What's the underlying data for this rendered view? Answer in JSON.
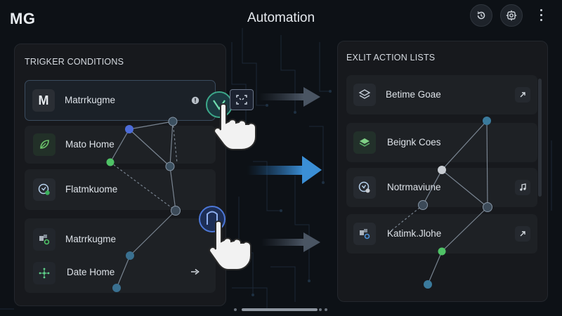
{
  "app": {
    "logo": "MG",
    "title": "Automation"
  },
  "top_actions": [
    {
      "name": "history",
      "icon": "history-icon"
    },
    {
      "name": "settings",
      "icon": "gear-icon"
    },
    {
      "name": "more",
      "icon": "more-vertical-icon"
    }
  ],
  "trigger_panel": {
    "title": "TRIGKER CONDITIONS",
    "items": [
      {
        "label": "Matrrkugme",
        "icon": "m-letter-icon",
        "trailing_icon": "info-icon"
      },
      {
        "label": "Mato Home",
        "icon": "leaf-icon"
      },
      {
        "label": "Flatmkuome",
        "icon": "gauge-icon"
      },
      {
        "label": "Matrrkugme",
        "icon": "device-link-icon"
      },
      {
        "label": "Date Home",
        "icon": "network-icon",
        "trailing_icon": "arrow-right-icon"
      }
    ]
  },
  "action_panel": {
    "title": "EXLIT ACTION LISTS",
    "items": [
      {
        "label": "Betime Goae",
        "icon": "layers-icon",
        "trailing_icon": "share-icon"
      },
      {
        "label": "Beignk Coes",
        "icon": "stack-icon"
      },
      {
        "label": "Notrmaviune",
        "icon": "gauge-icon",
        "trailing_icon": "music-note-icon"
      },
      {
        "label": "Katimk.Jlohe",
        "icon": "device-link-icon",
        "trailing_icon": "share-icon"
      }
    ]
  },
  "drag_badge": {
    "icon": "expand-icon"
  },
  "flow_arrows": [
    "arrow-1",
    "arrow-2",
    "arrow-3"
  ],
  "colors": {
    "background": "#0d1116",
    "panel": "#17191d",
    "accent_blue": "#3b8fd6",
    "node_blue": "#4d6cd9",
    "node_green": "#4fc266"
  }
}
